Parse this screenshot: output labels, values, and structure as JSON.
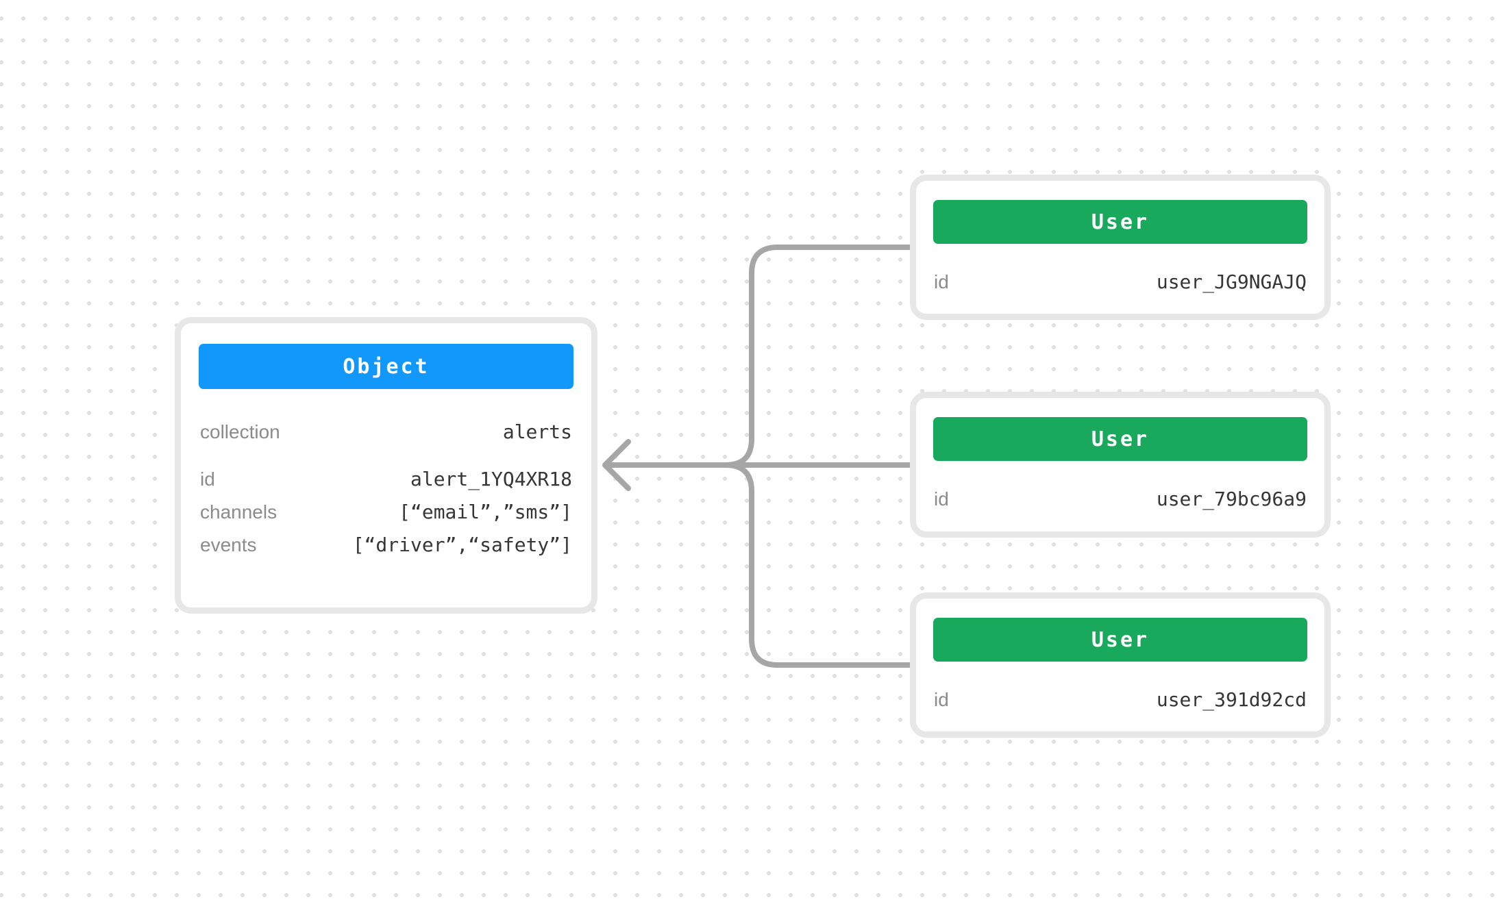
{
  "diagram": {
    "object_card": {
      "title": "Object",
      "fields": [
        {
          "label": "collection",
          "value": "alerts"
        },
        {
          "label": "id",
          "value": "alert_1YQ4XR18"
        },
        {
          "label": "channels",
          "value": "[“email”,”sms”]"
        },
        {
          "label": "events",
          "value": "[“driver”,“safety”]"
        }
      ]
    },
    "user_cards": [
      {
        "title": "User",
        "fields": [
          {
            "label": "id",
            "value": "user_JG9NGAJQ"
          }
        ]
      },
      {
        "title": "User",
        "fields": [
          {
            "label": "id",
            "value": "user_79bc96a9"
          }
        ]
      },
      {
        "title": "User",
        "fields": [
          {
            "label": "id",
            "value": "user_391d92cd"
          }
        ]
      }
    ],
    "relationship": "three User nodes merge into one arrow pointing at the Object node"
  },
  "colors": {
    "object_header": "#1298fb",
    "user_header": "#18a95c",
    "header_text": "#ffffff",
    "connector": "#a6a6a6",
    "card_border": "#e7e7e7",
    "label": "#8b8b8b",
    "value": "#363636",
    "dot": "#e0e0e0",
    "background": "#ffffff"
  }
}
